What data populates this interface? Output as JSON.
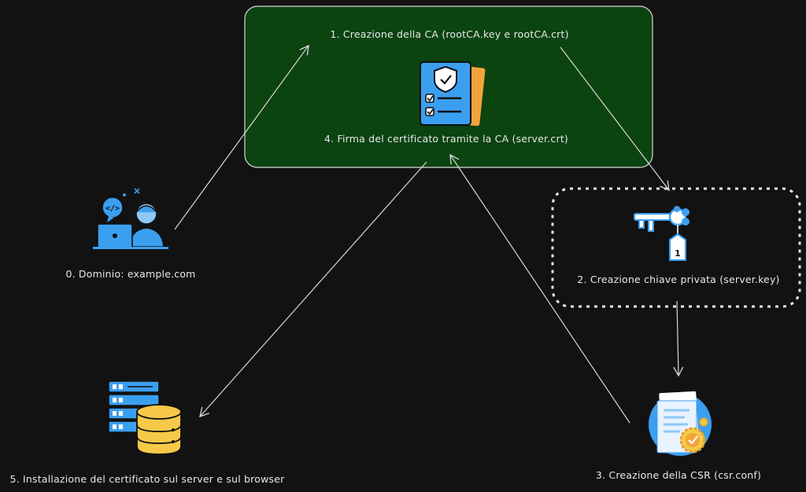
{
  "diagram": {
    "ca_box_label_top": "1. Creazione della CA (rootCA.key e rootCA.crt)",
    "ca_box_label_bottom": "4. Firma del certificato tramite la CA (server.crt)",
    "domain_label": "0. Dominio: example.com",
    "private_key_label": "2. Creazione chiave privata (server.key)",
    "csr_label": "3. Creazione della CSR (csr.conf)",
    "install_label": "5. Installazione del certificato sul server e sul browser",
    "key_tag_number": "1",
    "code_bubble_text": "</>"
  },
  "colors": {
    "background": "#121212",
    "ca_box_fill": "#0b4311",
    "stroke": "#d9d9d9",
    "icon_blue": "#3b9ff0",
    "icon_yellow": "#f7c948",
    "icon_orange": "#f2a43a"
  },
  "icons": {
    "developer": "developer-laptop-icon",
    "certificate": "certificate-checklist-icon",
    "key": "key-tag-icon",
    "csr": "csr-document-badge-icon",
    "server": "server-database-icon"
  }
}
